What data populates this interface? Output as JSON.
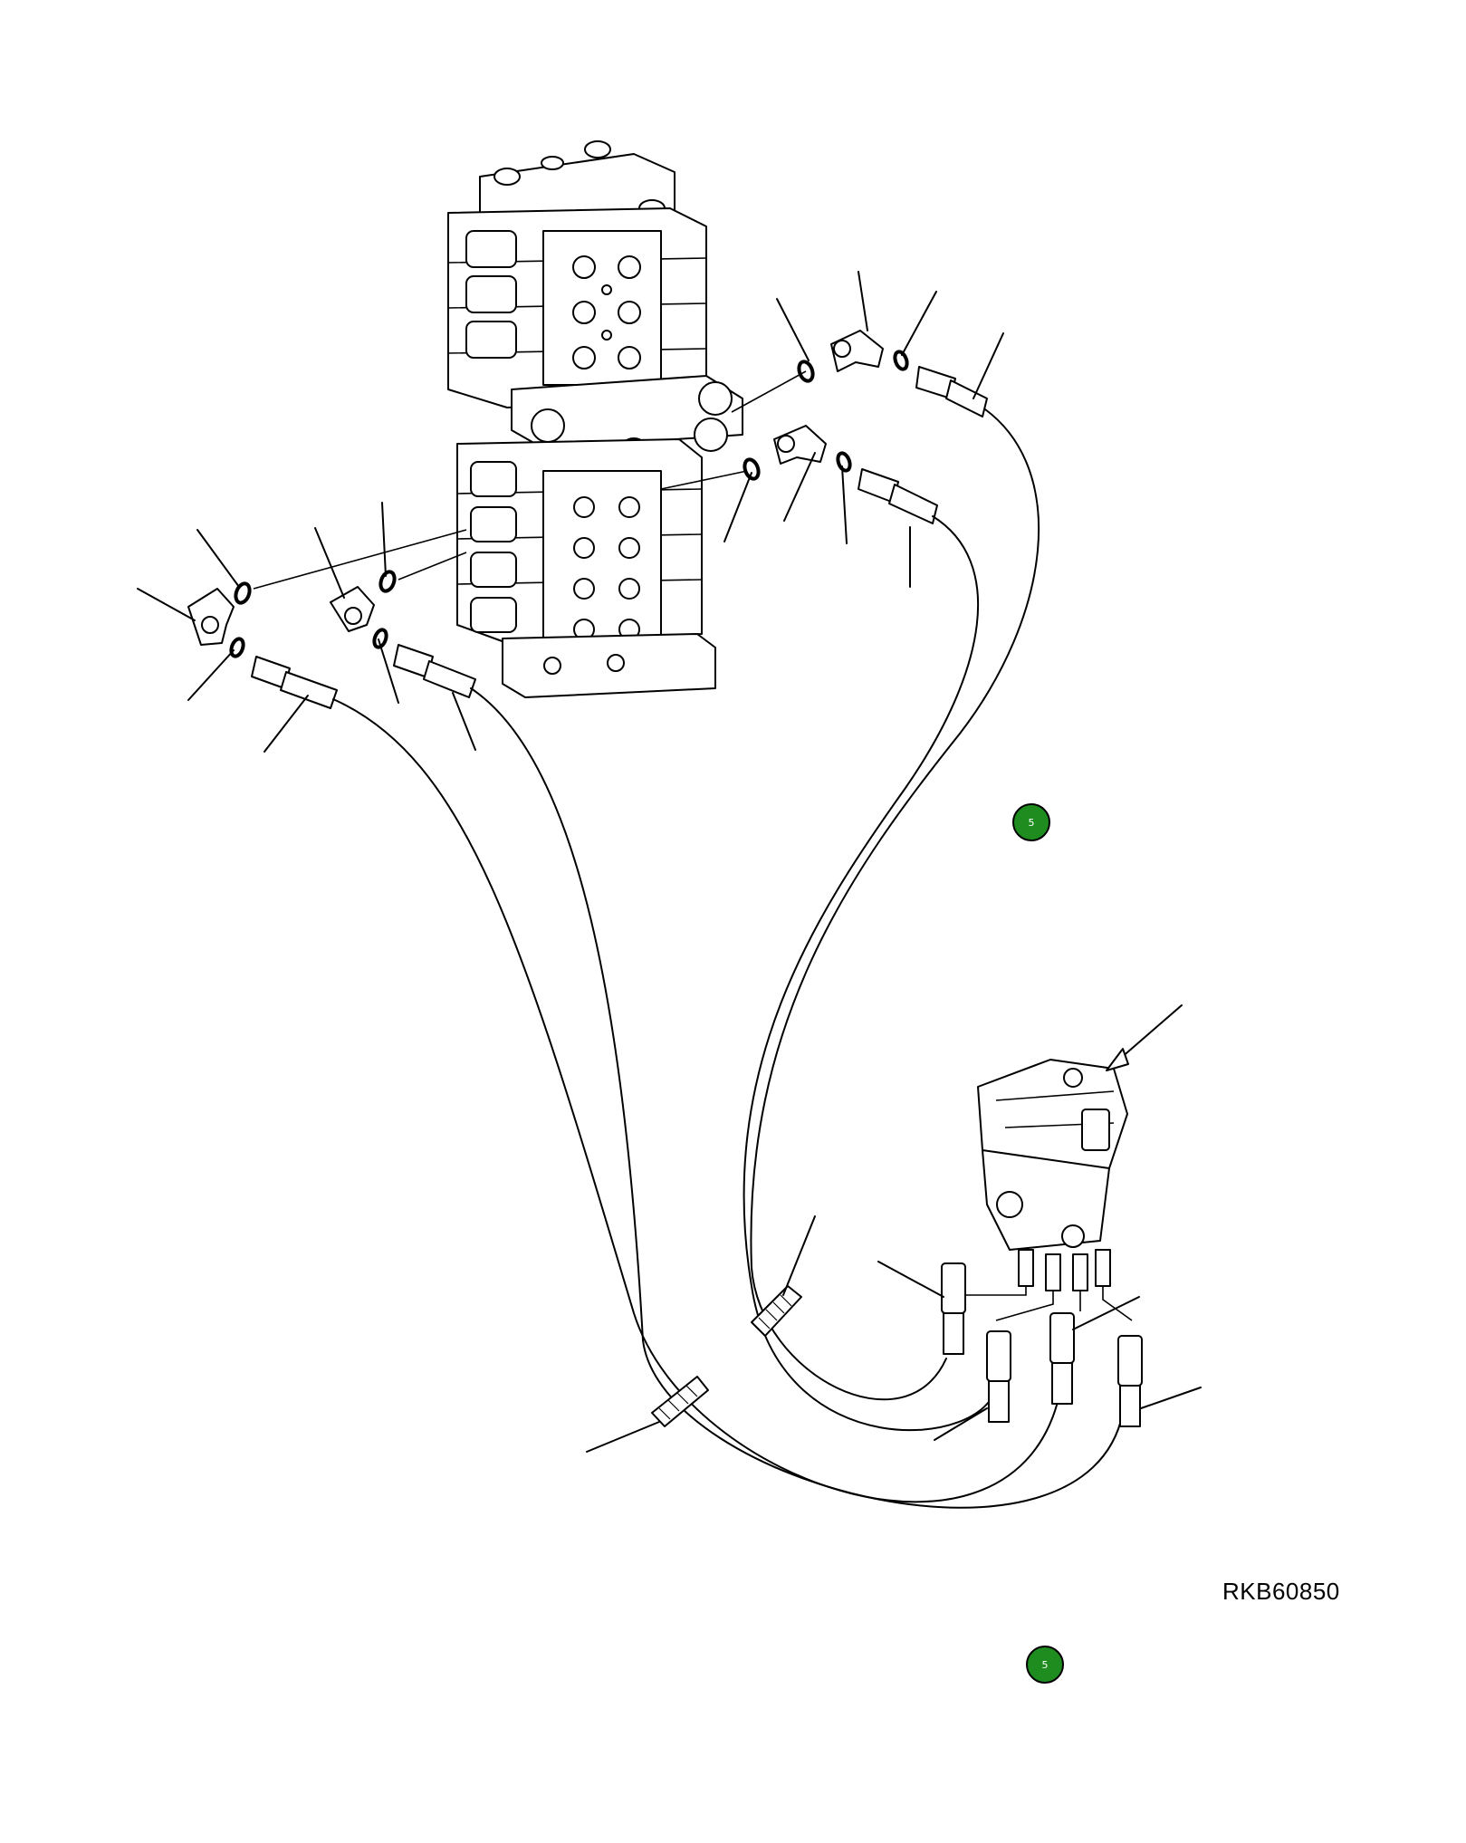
{
  "drawing": {
    "code": "RKB60850",
    "reference_markers": [
      {
        "label": "5",
        "color": "#1e8c1e"
      },
      {
        "label": "5",
        "color": "#1e8c1e"
      }
    ],
    "hose_lines": 4,
    "colors": {
      "line": "#000000",
      "background": "#ffffff",
      "marker": "#1e8c1e"
    }
  }
}
